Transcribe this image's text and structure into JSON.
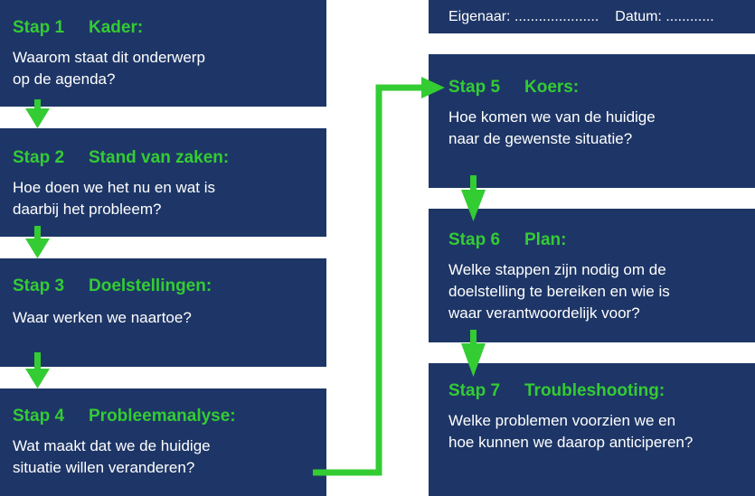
{
  "header": {
    "owner_label": "Eigenaar: .....................",
    "date_label": "Datum: ............"
  },
  "steps": [
    {
      "num": "Stap 1",
      "name": "Kader:",
      "question": "Waarom staat dit onderwerp\nop de agenda?"
    },
    {
      "num": "Stap 2",
      "name": "Stand van zaken:",
      "question": "Hoe doen we het nu en wat is\ndaarbij het probleem?"
    },
    {
      "num": "Stap 3",
      "name": "Doelstellingen:",
      "question": "Waar werken we naartoe?"
    },
    {
      "num": "Stap 4",
      "name": "Probleemanalyse:",
      "question": "Wat maakt dat we de huidige\nsituatie willen veranderen?"
    },
    {
      "num": "Stap 5",
      "name": "Koers:",
      "question": "Hoe komen we van de huidige\nnaar de gewenste situatie?"
    },
    {
      "num": "Stap 6",
      "name": "Plan:",
      "question": "Welke stappen zijn nodig om de\ndoelstelling te bereiken en wie is\nwaar verantwoordelijk voor?"
    },
    {
      "num": "Stap 7",
      "name": "Troubleshooting:",
      "question": "Welke problemen voorzien we en\nhoe kunnen we daarop anticiperen?"
    }
  ],
  "colors": {
    "box": "#1e3667",
    "accent": "#33cc33",
    "text": "#ffffff"
  }
}
